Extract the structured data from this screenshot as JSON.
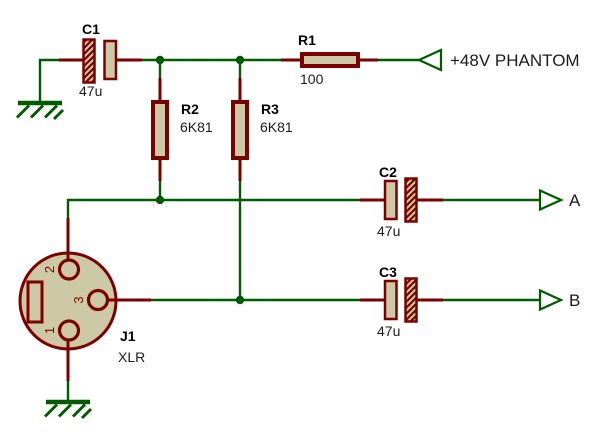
{
  "colors": {
    "background": "#FFFFFF",
    "wire": "#005A00",
    "component_outline": "#7B0000",
    "component_body": "#CDC8A5",
    "designator_text": "#000000",
    "value_text": "#1C1C1C",
    "terminal_fill": "#FFFFFF"
  },
  "components": {
    "c1": {
      "designator": "C1",
      "value": "47u"
    },
    "r1": {
      "designator": "R1",
      "value": "100"
    },
    "r2": {
      "designator": "R2",
      "value": "6K81"
    },
    "r3": {
      "designator": "R3",
      "value": "6K81"
    },
    "c2": {
      "designator": "C2",
      "value": "47u"
    },
    "c3": {
      "designator": "C3",
      "value": "47u"
    },
    "j1": {
      "designator": "J1",
      "value": "XLR",
      "pins": {
        "pin1": "1",
        "pin2": "2",
        "pin3": "3"
      }
    }
  },
  "terminals": {
    "phantom": {
      "label": "+48V PHANTOM"
    },
    "out_a": {
      "label": "A"
    },
    "out_b": {
      "label": "B"
    }
  }
}
